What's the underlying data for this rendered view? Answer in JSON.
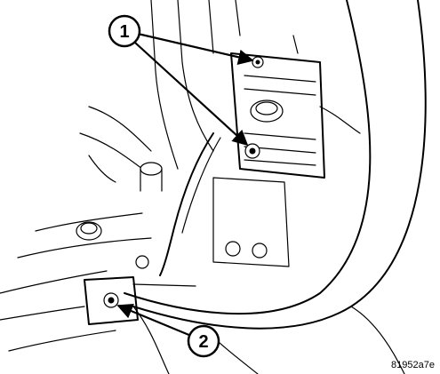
{
  "callouts": [
    {
      "label": "1"
    },
    {
      "label": "2"
    }
  ],
  "figure_id": "81952a7e",
  "icons": [
    "arrow-icon",
    "bolt-icon"
  ]
}
